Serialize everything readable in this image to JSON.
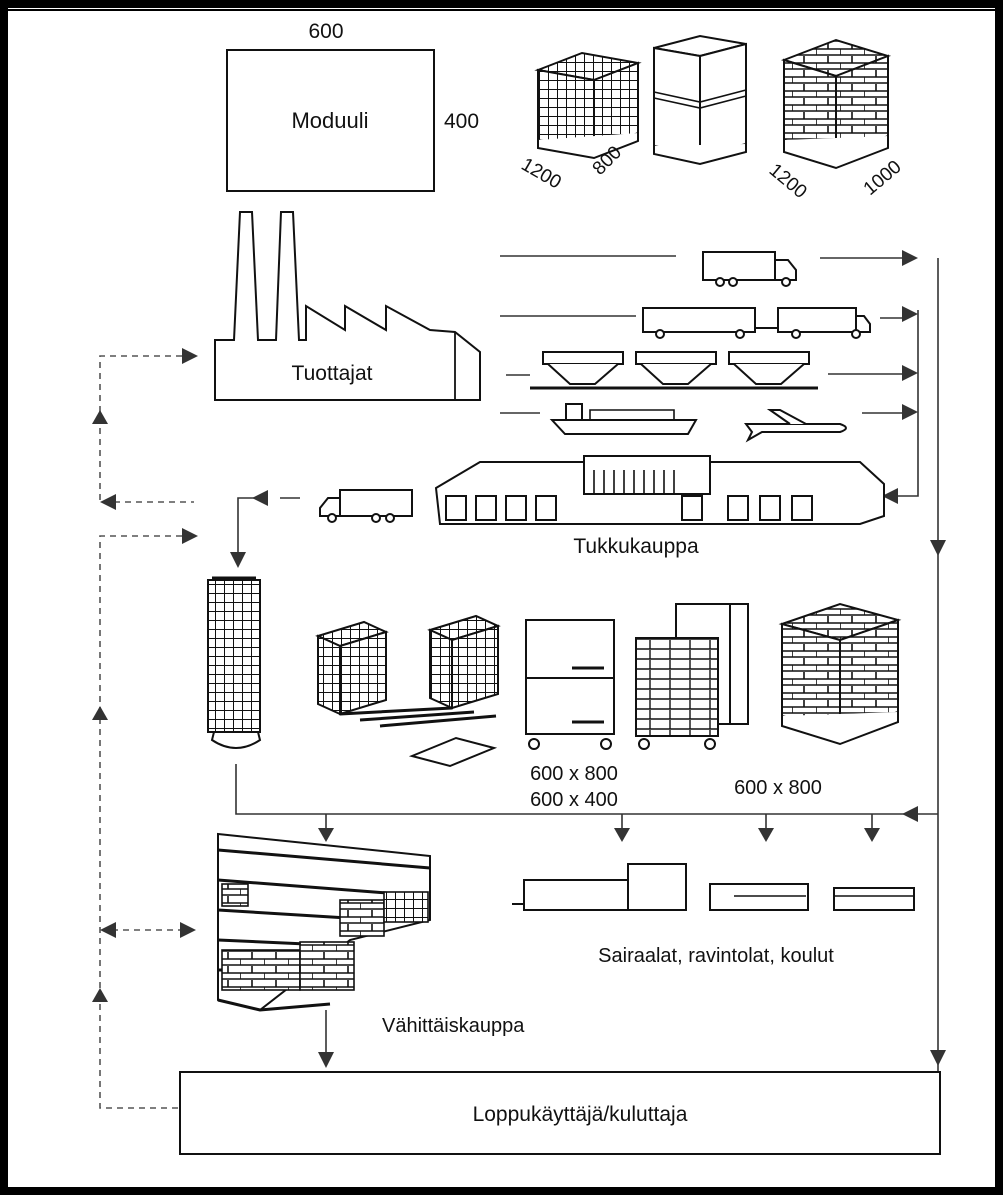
{
  "diagram": {
    "module": {
      "label": "Moduuli",
      "width": "600",
      "height": "400"
    },
    "pallet_dims": {
      "grid_pallet": [
        "1200",
        "800"
      ],
      "stacked_pallet": [
        "1200",
        "1000"
      ]
    },
    "nodes": {
      "producers": "Tuottajat",
      "wholesale": "Tukkukauppa",
      "retail": "Vähittäiskauppa",
      "institutions": "Sairaalat, ravintolat, koulut",
      "end_user": "Loppukäyttäjä/kuluttaja"
    },
    "load_carrier_sizes": {
      "roll_container": [
        "600 x 800",
        "600 x 400"
      ],
      "pallet": "600 x 800"
    },
    "transport_modes": [
      "truck-icon",
      "truck-trailer-icon",
      "rail-wagon-icon",
      "ship-icon",
      "airplane-icon"
    ],
    "colors": {
      "line": "#333333",
      "ink": "#111111",
      "background": "#ffffff"
    }
  }
}
